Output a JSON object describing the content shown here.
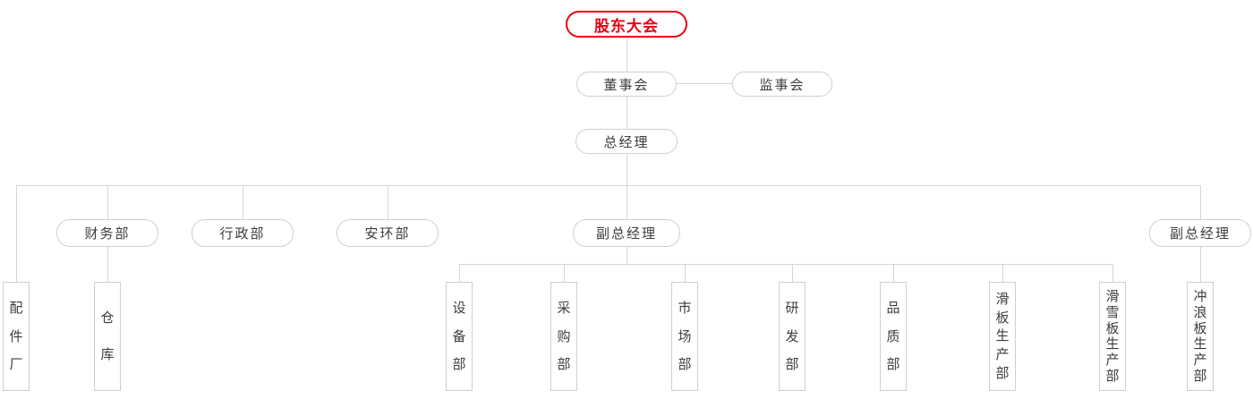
{
  "org_chart": {
    "root": {
      "label": "股东大会"
    },
    "board": {
      "label": "董事会"
    },
    "supervisory": {
      "label": "监事会"
    },
    "general_manager": {
      "label": "总经理"
    },
    "level2": {
      "parts_factory": "配件厂",
      "finance": "财务部",
      "admin": "行政部",
      "safety_env": "安环部",
      "deputy_gm": "副总经理",
      "deputy_gm_right": "副总经理"
    },
    "finance_children": {
      "warehouse": "仓库"
    },
    "deputy_children": {
      "equipment": "设备部",
      "purchasing": "采购部",
      "marketing": "市场部",
      "rnd": "研发部",
      "quality": "品质部",
      "skateboard_production": "滑板生产部",
      "snowboard_production": "滑雪板生产部"
    },
    "deputy_right_children": {
      "surfboard_production": "冲浪板生产部"
    }
  },
  "colors": {
    "accent_red": "#e60012",
    "box_border": "#cfcfcf",
    "text": "#3d3d3d",
    "line": "#d6d6d6",
    "background": "#ffffff"
  }
}
